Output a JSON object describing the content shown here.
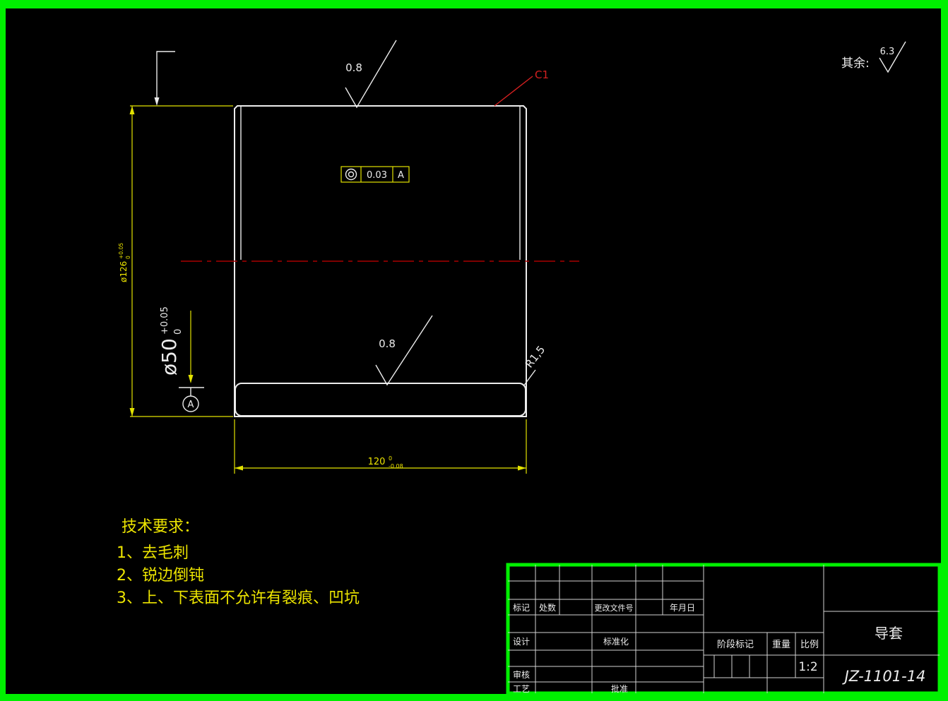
{
  "colors": {
    "background": "#000000",
    "frame_green": "#00f000",
    "geometry_white": "#ececec",
    "dimension_yellow": "#e2e200",
    "centerline_red": "#a80000",
    "callout_red": "#d42020",
    "hatch_orange": "#c87830",
    "tech_text_yellow": "#ece400"
  },
  "annotations": {
    "rest_label": "其余:",
    "rest_value": "6.3",
    "roughness_top": "0.8",
    "roughness_mid": "0.8",
    "chamfer_callout": "C1",
    "radius_callout": "R1,5",
    "datum_label": "A",
    "tolerance": {
      "symbol": "◎",
      "value": "0.03",
      "datum": "A"
    }
  },
  "dimensions": {
    "od": {
      "main": "ø126",
      "sup": "+0.05",
      "sub": "0"
    },
    "bore": {
      "main": "ø50",
      "sup": "+0.05",
      "sub": "0"
    },
    "length": {
      "main": "120",
      "sup": "0",
      "sub": "-0.08"
    }
  },
  "tech": {
    "title": "技术要求：",
    "items": [
      "1、去毛刺",
      "2、锐边倒钝",
      "3、上、下表面不允许有裂痕、凹坑"
    ]
  },
  "title_block": {
    "mark": "标记",
    "count": "处数",
    "change_file_no": "更改文件号",
    "date": "年月日",
    "design": "设计",
    "standardization": "标准化",
    "check": "审核",
    "process": "工艺",
    "approve": "批准",
    "stage_mark": "阶段标记",
    "weight": "重量",
    "scale_label": "比例",
    "scale_value": "1:2",
    "part_name": "导套",
    "drawing_no": "JZ-1101-14"
  }
}
